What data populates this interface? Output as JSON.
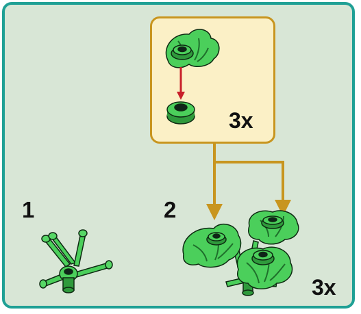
{
  "step_one": {
    "number": "1"
  },
  "step_two": {
    "number": "2",
    "multiplier": "3x"
  },
  "callout": {
    "multiplier": "3x"
  },
  "colors": {
    "frame_border": "#1fa095",
    "frame_background": "#d8e6d6",
    "callout_border": "#c8951f",
    "callout_background": "#fbf0c6",
    "connector": "#c8951f",
    "attach_arrow": "#c8202a",
    "brick_green": "#4bcf5b",
    "brick_dark_green": "#2f9a3c"
  }
}
